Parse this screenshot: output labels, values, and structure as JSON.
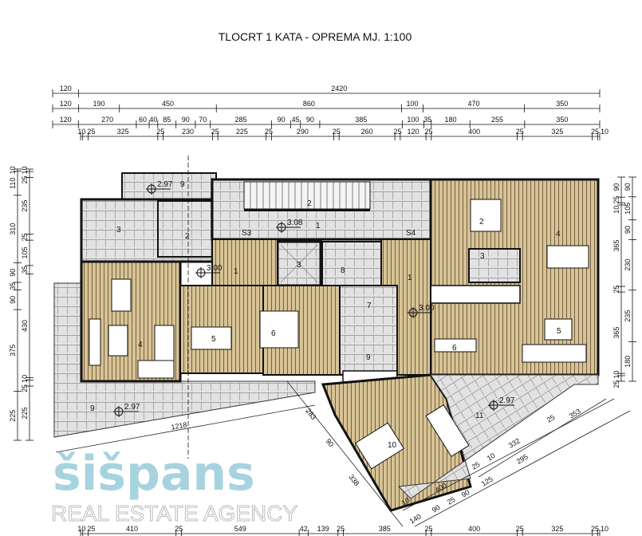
{
  "title": "TLOCRT  1 KATA - OPREMA   MJ. 1:100",
  "dims": {
    "top_row1": [
      "120",
      "2420"
    ],
    "top_row2": [
      "120",
      "190",
      "450",
      "860",
      "100",
      "470",
      "350"
    ],
    "top_row3": [
      "120",
      "270",
      "60",
      "40",
      "85",
      "90",
      "70",
      "285",
      "90",
      "45",
      "90",
      "385",
      "100",
      "35",
      "180",
      "255",
      "350"
    ],
    "top_row4": [
      "10",
      "25",
      "325",
      "25",
      "230",
      "25",
      "225",
      "25",
      "290",
      "25",
      "260",
      "25",
      "120",
      "25",
      "400",
      "25",
      "325",
      "25",
      "10"
    ],
    "left_outer": [
      "10",
      "110",
      "310",
      "90",
      "35",
      "90",
      "375",
      "225"
    ],
    "left_inner": [
      "10",
      "25",
      "235",
      "25",
      "105",
      "35",
      "430",
      "10",
      "25",
      "225"
    ],
    "right_inner": [
      "90",
      "25",
      "10",
      "365",
      "25",
      "365",
      "10",
      "25"
    ],
    "right_outer": [
      "90",
      "105",
      "90",
      "230",
      "235",
      "180"
    ],
    "bottom_row": [
      "10",
      "25",
      "410",
      "25",
      "549",
      "42",
      "139",
      "25",
      "385",
      "25",
      "400",
      "25",
      "325",
      "25",
      "10"
    ],
    "diag_left": "1218",
    "diag_se": [
      "283",
      "90",
      "338"
    ],
    "diag_right_outer": [
      "353",
      "25",
      "10"
    ],
    "diag_right_mid": [
      "332",
      "25",
      "400",
      "10"
    ],
    "diag_right_inner": [
      "295",
      "125",
      "90",
      "25",
      "90",
      "140"
    ]
  },
  "rooms": [
    "9",
    "2",
    "3",
    "2",
    "S3",
    "1",
    "S4",
    "3",
    "8",
    "1",
    "1",
    "4",
    "5",
    "6",
    "7",
    "9",
    "6",
    "5",
    "4",
    "2",
    "3",
    "10",
    "11",
    "9"
  ],
  "levels": [
    "2.97",
    "3.08",
    "3.00",
    "3.00",
    "2.97",
    "2.97"
  ],
  "watermark": {
    "logo": "šišpans",
    "tagline": "REAL ESTATE AGENCY"
  },
  "colors": {
    "wood": "#d8c396",
    "tile": "#e2e2e2",
    "wall": "#111111",
    "watermark": "#5fb0c4"
  }
}
